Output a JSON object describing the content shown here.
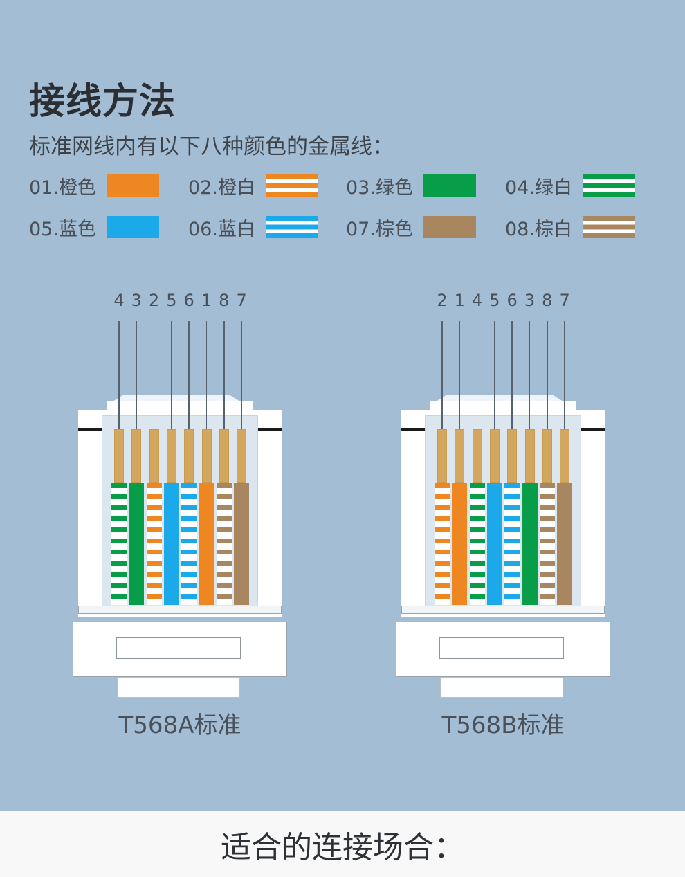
{
  "title": "接线方法",
  "subtitle": "标准网线内有以下八种颜色的金属线：",
  "colors": {
    "orange": "#ee8621",
    "green": "#079d49",
    "blue": "#1ba9ea",
    "brown": "#a8865f",
    "white": "#ffffff",
    "background": "#a2bdd4"
  },
  "legend": [
    {
      "label": "01.橙色",
      "color": "orange",
      "striped": false
    },
    {
      "label": "02.橙白",
      "color": "orange",
      "striped": true
    },
    {
      "label": "03.绿色",
      "color": "green",
      "striped": false
    },
    {
      "label": "04.绿白",
      "color": "green",
      "striped": true
    },
    {
      "label": "05.蓝色",
      "color": "blue",
      "striped": false
    },
    {
      "label": "06.蓝白",
      "color": "blue",
      "striped": true
    },
    {
      "label": "07.棕色",
      "color": "brown",
      "striped": false
    },
    {
      "label": "08.棕白",
      "color": "brown",
      "striped": true
    }
  ],
  "connectors": [
    {
      "label": "T568A标准",
      "pin_order": [
        "4",
        "3",
        "2",
        "5",
        "6",
        "1",
        "8",
        "7"
      ],
      "wires": [
        {
          "color": "green",
          "striped": true
        },
        {
          "color": "green",
          "striped": false
        },
        {
          "color": "orange",
          "striped": true
        },
        {
          "color": "blue",
          "striped": false
        },
        {
          "color": "blue",
          "striped": true
        },
        {
          "color": "orange",
          "striped": false
        },
        {
          "color": "brown",
          "striped": true
        },
        {
          "color": "brown",
          "striped": false
        }
      ]
    },
    {
      "label": "T568B标准",
      "pin_order": [
        "2",
        "1",
        "4",
        "5",
        "6",
        "3",
        "8",
        "7"
      ],
      "wires": [
        {
          "color": "orange",
          "striped": true
        },
        {
          "color": "orange",
          "striped": false
        },
        {
          "color": "green",
          "striped": true
        },
        {
          "color": "blue",
          "striped": false
        },
        {
          "color": "blue",
          "striped": true
        },
        {
          "color": "green",
          "striped": false
        },
        {
          "color": "brown",
          "striped": true
        },
        {
          "color": "brown",
          "striped": false
        }
      ]
    }
  ],
  "footer": {
    "text": "适合的连接场合："
  }
}
